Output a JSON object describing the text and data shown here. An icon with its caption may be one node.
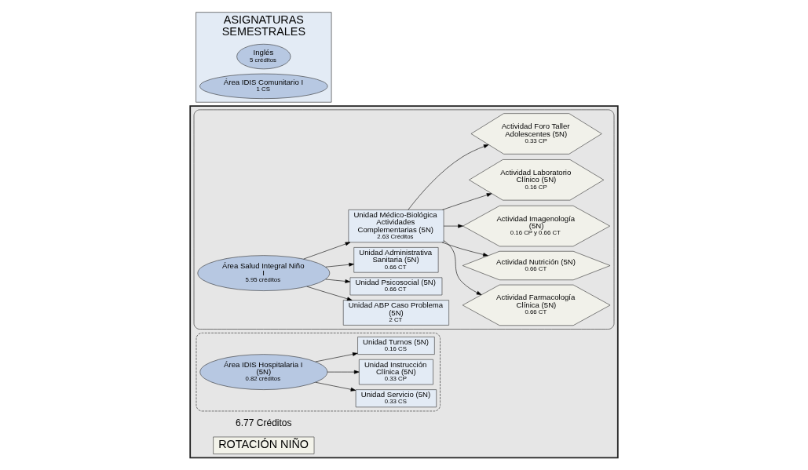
{
  "diagram": {
    "nodes": [
      {
        "text": [],
        "shape": "box"
      },
      {
        "text": [
          "ROTACIÓN NIÑO"
        ],
        "beside": [
          "6.77 Créditos"
        ],
        "in": 0
      },
      {
        "text": [],
        "shape": "ellipse",
        "in": 0
      },
      {
        "text": [
          "Área Salud Integral Niño I",
          "5.95 créditos"
        ],
        "in": 2
      },
      {
        "text": [
          "Unidad ABP Caso Problema (5N)",
          "2 CT"
        ],
        "in": 2
      },
      {
        "text": [
          "Unidad Psicosocial (5N)",
          "0.66 CT"
        ],
        "in": 2
      },
      {
        "text": [
          "Unidad Administrativa Sanitaria (5N)",
          "0.66 CT"
        ],
        "in": 2
      },
      {
        "text": [
          "Unidad Médico-Biológica Actividades Complementarias (5N)",
          "2.63 Créditos"
        ],
        "in": 2
      },
      {
        "text": [
          "Actividad Farmacología Clínica (5N)",
          "0.66 CT"
        ],
        "in": 2
      },
      {
        "text": [
          "Actividad Nutrición (5N)",
          "0.66 CT"
        ],
        "in": 2
      },
      {
        "text": [
          "Actividad Imagenología (5N)",
          "0.16 CP y 0.66 CT"
        ],
        "in": 2
      },
      {
        "text": [
          "Actividad Laboratorio Clínico (5N)",
          "0.16 CP"
        ],
        "in": 2
      },
      {
        "text": [
          "Actividad Foro Taller Adolescentes (5N)",
          "0.33 CP"
        ],
        "in": 2
      },
      {
        "text": [],
        "shape": "ellipse",
        "in": 0
      },
      {
        "text": [
          "Área IDIS Hospitalaria I (5N)",
          "0.82 créditos"
        ],
        "in": 13
      },
      {
        "text": [
          "Unidad Servicio (5N)",
          "0.33 CS"
        ],
        "in": 13
      },
      {
        "text": [
          "Unidad Instrucción Clínica (5N)",
          "0.33 CP"
        ],
        "in": 13
      },
      {
        "text": [
          "Unidad Turnos (5N)",
          "0.16 CS"
        ],
        "in": 13
      },
      {
        "text": [
          "ASIGNATURAS SEMESTRALES"
        ]
      },
      {
        "text": [
          "Inglés",
          "5 créditos"
        ],
        "in": 18
      },
      {
        "text": [
          "Área IDIS Comunitario I",
          "1 CS"
        ],
        "in": 18
      }
    ],
    "edges": [
      {
        "from": 3,
        "to": 4,
        "arrow": "to"
      },
      {
        "from": 3,
        "to": 5,
        "arrow": "to"
      },
      {
        "from": 3,
        "to": 6,
        "arrow": "to"
      },
      {
        "from": 3,
        "to": 7,
        "arrow": "to"
      },
      {
        "from": 7,
        "to": 8,
        "arrow": "to"
      },
      {
        "from": 7,
        "to": 9,
        "arrow": "to"
      },
      {
        "from": 7,
        "to": 10,
        "arrow": "to"
      },
      {
        "from": 7,
        "to": 11,
        "arrow": "to"
      },
      {
        "from": 7,
        "to": 12,
        "arrow": "to"
      },
      {
        "from": 14,
        "to": 15,
        "arrow": "to"
      },
      {
        "from": 14,
        "to": 16,
        "arrow": "to"
      },
      {
        "from": 14,
        "to": 17,
        "arrow": "to"
      }
    ]
  }
}
